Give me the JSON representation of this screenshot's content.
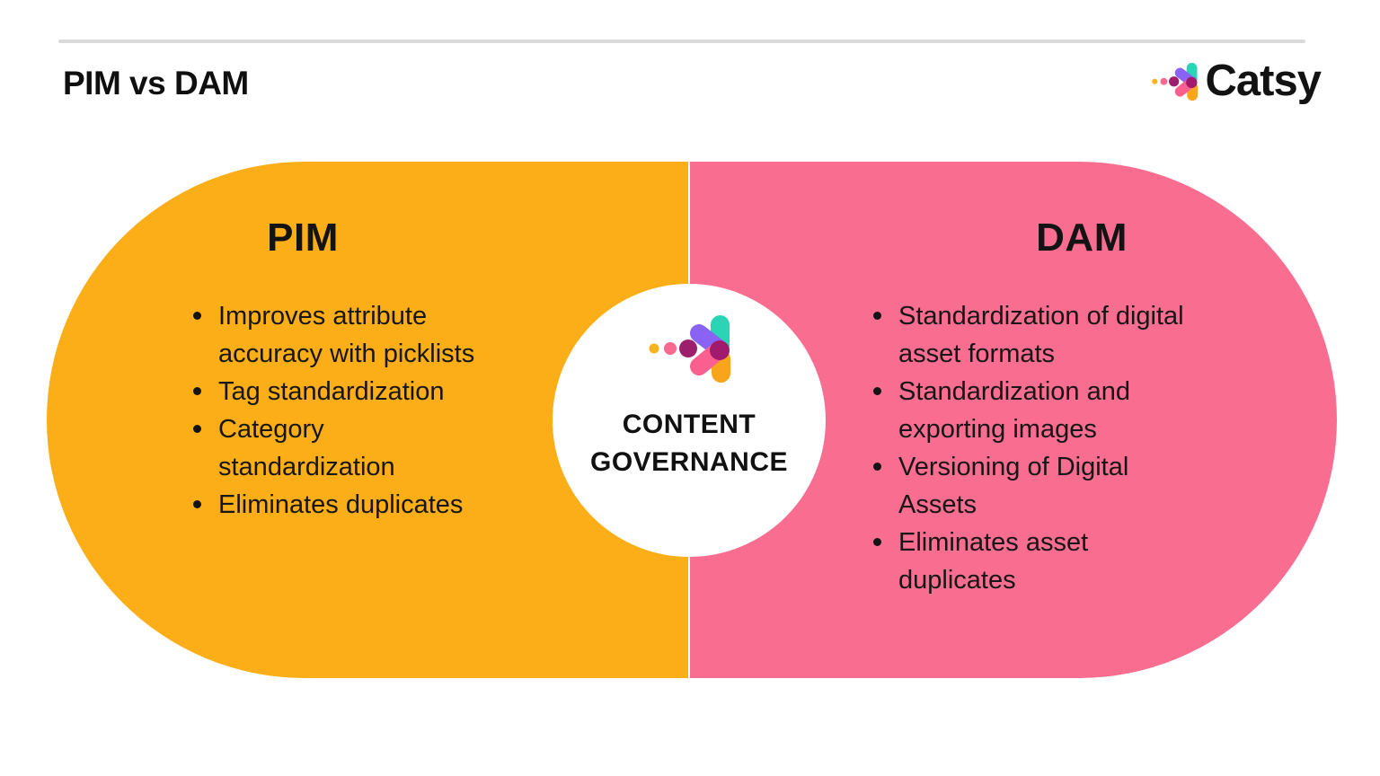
{
  "header": {
    "title": "PIM vs DAM",
    "brand": "Catsy"
  },
  "diagram": {
    "left": {
      "title": "PIM",
      "items": [
        "Improves attribute\naccuracy with picklists",
        "Tag standardization",
        "Category\nstandardization",
        "Eliminates duplicates"
      ]
    },
    "right": {
      "title": "DAM",
      "items": [
        "Standardization of digital\nasset formats",
        "Standardization and\nexporting images",
        "Versioning of Digital\nAssets",
        "Eliminates asset\nduplicates"
      ]
    },
    "center": {
      "line1": "CONTENT",
      "line2": "GOVERNANCE"
    }
  },
  "colors": {
    "pim_bg": "#FBAE17",
    "dam_bg": "#F96D90",
    "logo_teal": "#2BD4B4",
    "logo_purple": "#8A63F4",
    "logo_pink": "#FA5F8F",
    "logo_orange": "#F9A51B",
    "logo_magenta": "#A21A6D",
    "dot_yellow": "#F9B31C",
    "dot_pink": "#F9688F",
    "dot_magenta": "#9C1E6D",
    "text": "#131313",
    "rule": "#DADADA"
  }
}
